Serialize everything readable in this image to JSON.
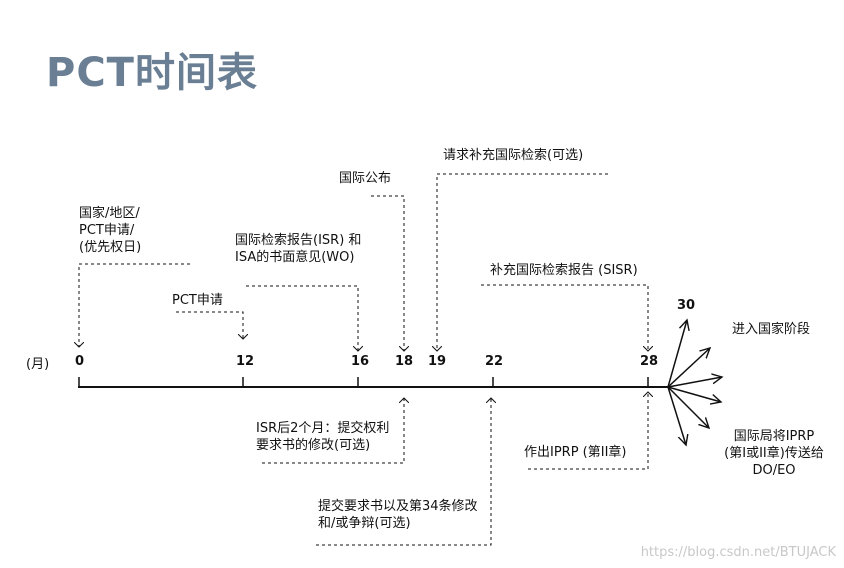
{
  "title": "PCT时间表",
  "axis": {
    "unit_label": "(月)",
    "ticks": [
      "0",
      "12",
      "16",
      "18",
      "19",
      "22",
      "28"
    ],
    "end_label": "30"
  },
  "above": {
    "national_filing": "国家/地区/\nPCT申请/\n(优先权日)",
    "pct_filing": "PCT申请",
    "isr_wo": "国际检索报告(ISR) 和\nISA的书面意见(WO)",
    "publication": "国际公布",
    "sis_request": "请求补充国际检索(可选)",
    "sisr": "补充国际检索报告 (SISR)"
  },
  "below": {
    "art19": "ISR后2个月：提交权利\n要求书的修改(可选)",
    "demand": "提交要求书以及第34条修改\n和/或争辩(可选)",
    "iprp2": "作出IPRP (第II章)"
  },
  "right": {
    "national_phase": "进入国家阶段",
    "iprp_transmit": "国际局将IPRP\n(第I或II章)传送给\nDO/EO"
  },
  "watermark": "https://blog.csdn.net/BTUJACK"
}
